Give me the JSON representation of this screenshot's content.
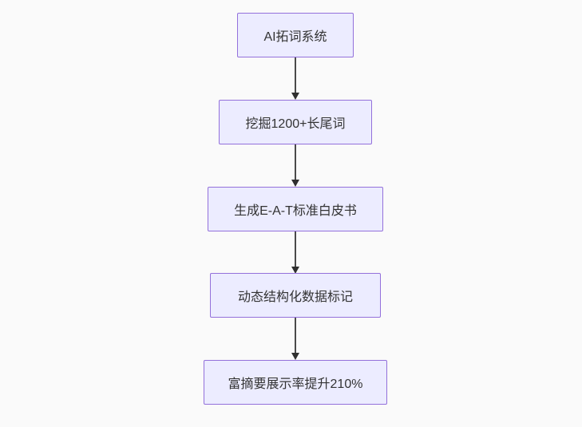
{
  "diagram": {
    "type": "flowchart",
    "direction": "top-down",
    "background_color": "#fafafa",
    "node_style": {
      "fill": "#ececff",
      "border": "#9370db",
      "text_color": "#333333"
    },
    "arrow_color": "#333333",
    "nodes": [
      {
        "id": "n1",
        "label": "AI拓词系统"
      },
      {
        "id": "n2",
        "label": "挖掘1200+长尾词"
      },
      {
        "id": "n3",
        "label": "生成E-A-T标准白皮书"
      },
      {
        "id": "n4",
        "label": "动态结构化数据标记"
      },
      {
        "id": "n5",
        "label": "富摘要展示率提升210%"
      }
    ],
    "edges": [
      {
        "from": "n1",
        "to": "n2"
      },
      {
        "from": "n2",
        "to": "n3"
      },
      {
        "from": "n3",
        "to": "n4"
      },
      {
        "from": "n4",
        "to": "n5"
      }
    ]
  }
}
